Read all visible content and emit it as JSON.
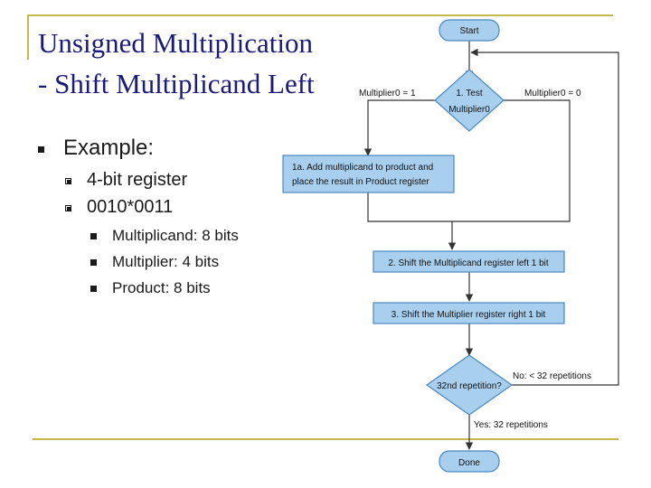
{
  "slide": {
    "title_line1": "Unsigned Multiplication",
    "title_line2": "- Shift Multiplicand Left",
    "colors": {
      "accent": "#c7b84a",
      "title": "#1a1a7a",
      "box_fill": "#a9cfee",
      "box_stroke": "#4a87c0"
    }
  },
  "bullets": {
    "level1": "Example:",
    "level2": [
      "4-bit register",
      "0010*0011"
    ],
    "level3": [
      "Multiplicand: 8 bits",
      "Multiplier: 4 bits",
      "Product: 8 bits"
    ]
  },
  "flowchart": {
    "start": "Start",
    "test_line1": "1.  Test",
    "test_line2": "Multiplier0",
    "branch_left": "Multiplier0 = 1",
    "branch_right": "Multiplier0 = 0",
    "step1a_line1": "1a.  Add multiplicand to product and",
    "step1a_line2": "place the result in Product register",
    "step2": "2.  Shift the Multiplicand register left 1 bit",
    "step3": "3.  Shift the Multiplier register right 1 bit",
    "repeat_q": "32nd repetition?",
    "no_label": "No:  < 32 repetitions",
    "yes_label": "Yes:  32 repetitions",
    "done": "Done"
  }
}
